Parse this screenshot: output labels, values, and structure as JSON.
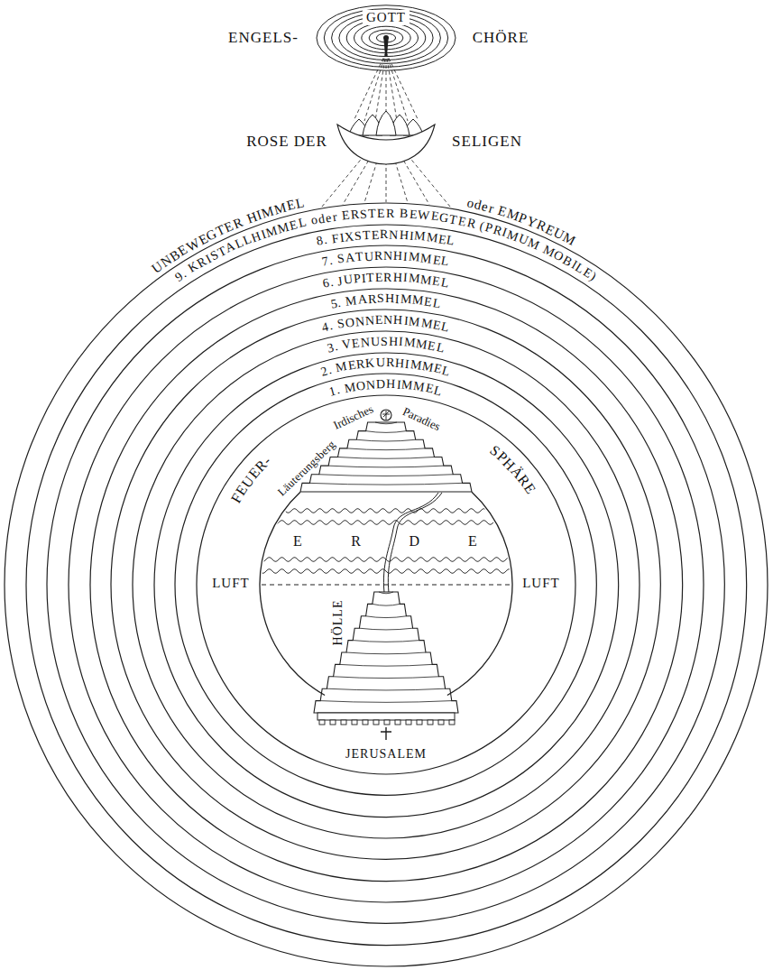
{
  "diagram": {
    "nodes": [
      {
        "text": [
          "GOTT"
        ]
      },
      {
        "text": [
          "9. KRISTALLHIMMEL oder ERSTER BEWEGTER (PRIMUM MOBILE)"
        ]
      },
      {
        "text": [
          "8. FIXSTERNHIMMEL"
        ],
        "in": 1
      },
      {
        "text": [
          "7. SATURNHIMMEL"
        ],
        "in": 2
      },
      {
        "text": [
          "6. JUPITERHIMMEL"
        ],
        "in": 3
      },
      {
        "text": [
          "5. MARSHIMMEL"
        ],
        "in": 4
      },
      {
        "text": [
          "4. SONNENHIMMEL"
        ],
        "in": 5
      },
      {
        "text": [
          "3. VENUSHIMMEL"
        ],
        "in": 6
      },
      {
        "text": [
          "2. MERKURHIMMEL"
        ],
        "in": 7
      },
      {
        "text": [
          "1. MONDHIMMEL"
        ],
        "in": 8
      },
      {
        "text": [
          "FEUER-",
          "SPHÄRE",
          "LUFT",
          "LUFT"
        ],
        "in": 9
      },
      {
        "text": [
          "ERDE"
        ],
        "in": 10
      }
    ],
    "labels": [
      "ENGELS-",
      "CHÖRE",
      "ROSE DER",
      "SELIGEN",
      "UNBEWEGTER HIMMEL",
      "oder EMPYREUM",
      "Irdisches",
      "Paradies",
      "Läuterungsberg",
      "HÖLLE",
      "JERUSALEM"
    ]
  }
}
